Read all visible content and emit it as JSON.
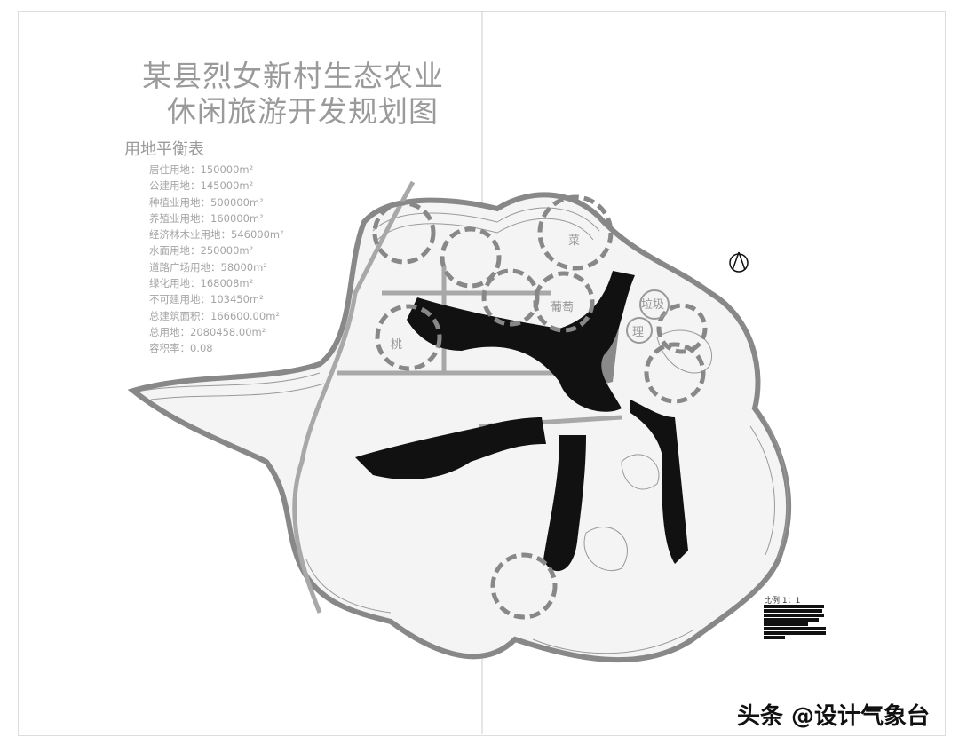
{
  "title": {
    "line1": "某县烈女新村生态农业",
    "line2": "休闲旅游开发规划图"
  },
  "legend": {
    "title": "用地平衡表",
    "items": [
      "居住用地：150000m²",
      "公建用地：145000m²",
      "种植业用地：500000m²",
      "养殖业用地：160000m²",
      "经济林木业用地：546000m²",
      "水面用地：250000m²",
      "道路广场用地：58000m²",
      "绿化用地：168008m²",
      "不可建用地：103450m²",
      "总建筑面积：166600.00m²",
      "总用地：2080458.00m²",
      "容积率：0.08"
    ]
  },
  "map_labels": {
    "vegetable": "菜",
    "grape": "葡萄",
    "garbage": "垃圾",
    "treatment": "理",
    "peach": "桃"
  },
  "scale": {
    "label": "比例  1：1"
  },
  "watermark": "头条 @设计气象台",
  "colors": {
    "water": "#111111",
    "road": "#9a9a9a",
    "zone_circle": "#808080",
    "contour": "#777777"
  }
}
